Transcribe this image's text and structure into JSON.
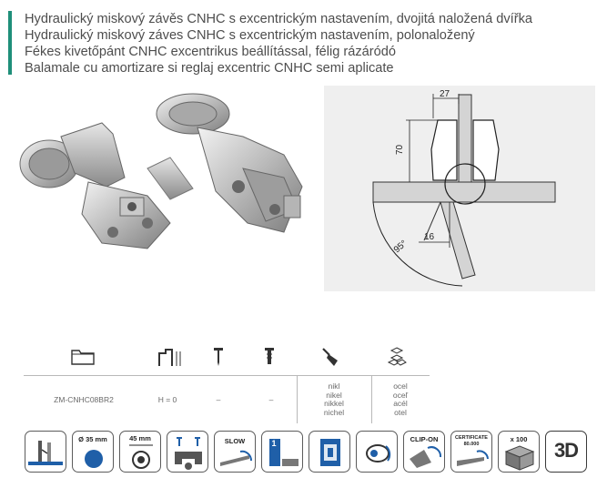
{
  "titles": [
    "Hydraulický miskový závěs CNHC s excentrickým nastavením, dvojitá naložená dvířka",
    "Hydraulický miskový záves CNHC s excentrickým nastavením, polonaložený",
    "Fékes kivetőpánt CNHC excentrikus beállítással, félig rázáródó",
    "Balamale cu amortizare si reglaj excentric CNHC semi aplicate"
  ],
  "diagram": {
    "dim_top": "27",
    "dim_height": "70",
    "dim_bottom": "16",
    "dim_angle": "95°"
  },
  "specs": {
    "code": "ZM-CNHC08BR2",
    "cover": "H = 0",
    "screw1": "–",
    "screw2": "–",
    "finish": [
      "nikl",
      "nikel",
      "nikkel",
      "nichel"
    ],
    "material": [
      "ocel",
      "oceľ",
      "acél",
      "otel"
    ]
  },
  "features": {
    "cup_diameter": "Ø 35 mm",
    "distance": "45 mm",
    "slow": "SLOW",
    "step_number": "1",
    "clip_on": "CLIP-ON",
    "certificate": "CERTIFICATE",
    "certificate_cycles": "80.000",
    "pack_qty": "x 100",
    "three_d": "3D"
  },
  "colors": {
    "accent": "#1f8f7a",
    "icon_blue": "#1f5fa8",
    "diagram_bg": "#efefef"
  }
}
